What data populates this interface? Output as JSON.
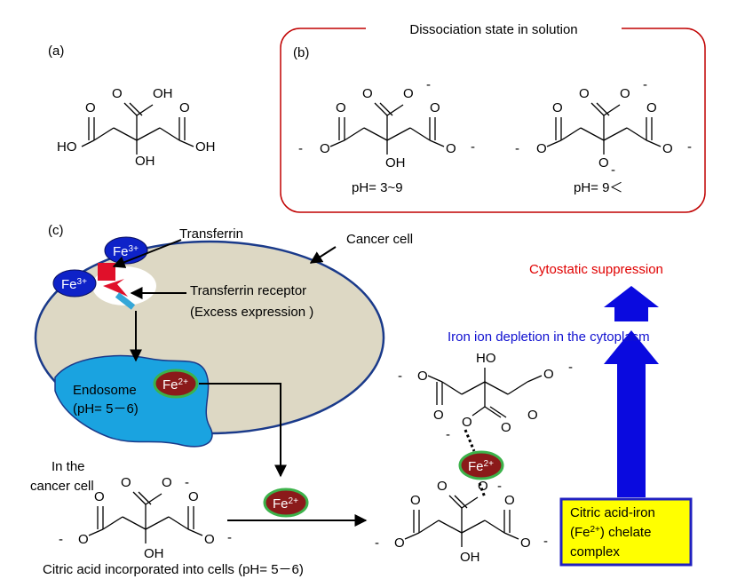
{
  "panels": {
    "a": "(a)",
    "b": "(b)",
    "c": "(c)"
  },
  "box_title": "Dissociation state in solution",
  "atoms": {
    "O": "O",
    "OH": "OH",
    "HO": "HO",
    "minus": "-"
  },
  "ph_labels": {
    "b1": "pH= 3~9",
    "b2": "pH= 9＜"
  },
  "cell": {
    "transferrin": "Transferrin",
    "cancer_cell": "Cancer cell",
    "receptor_1": "Transferrin receptor",
    "receptor_2": "(Excess expression )",
    "endosome_1": "Endosome",
    "endosome_2": "(pH= 5－6)",
    "fe3": "Fe",
    "fe3_sup": "3+",
    "fe2": "Fe",
    "fe2_sup": "2+"
  },
  "bottom": {
    "in_cell_1": "In the",
    "in_cell_2": "cancer cell",
    "incorporated": "Citric acid incorporated into cells (pH= 5－6)"
  },
  "outcomes": {
    "cytostatic": "Cytostatic suppression",
    "depletion": "Iron ion depletion in the cytoplasm"
  },
  "chelate": {
    "line1": "Citric acid-iron",
    "line2_pre": "(Fe",
    "line2_sup": "2+",
    "line2_post": ") chelate",
    "line3": "complex"
  },
  "colors": {
    "box_border": "#c00000",
    "cell_fill": "#ddd8c4",
    "endosome_fill": "#1aa3e0",
    "fe3_fill": "#0e22c8",
    "fe2_fill": "#8b1a1a",
    "fe2_ring": "#3cb24a",
    "receptor": "#e0102a",
    "receptor_stem": "#35a7d8",
    "arrow_blue": "#0a0adf",
    "red_text": "#e00000",
    "blue_text": "#1010d0",
    "chelate_fill": "#ffff00",
    "chelate_border": "#2020c0"
  }
}
